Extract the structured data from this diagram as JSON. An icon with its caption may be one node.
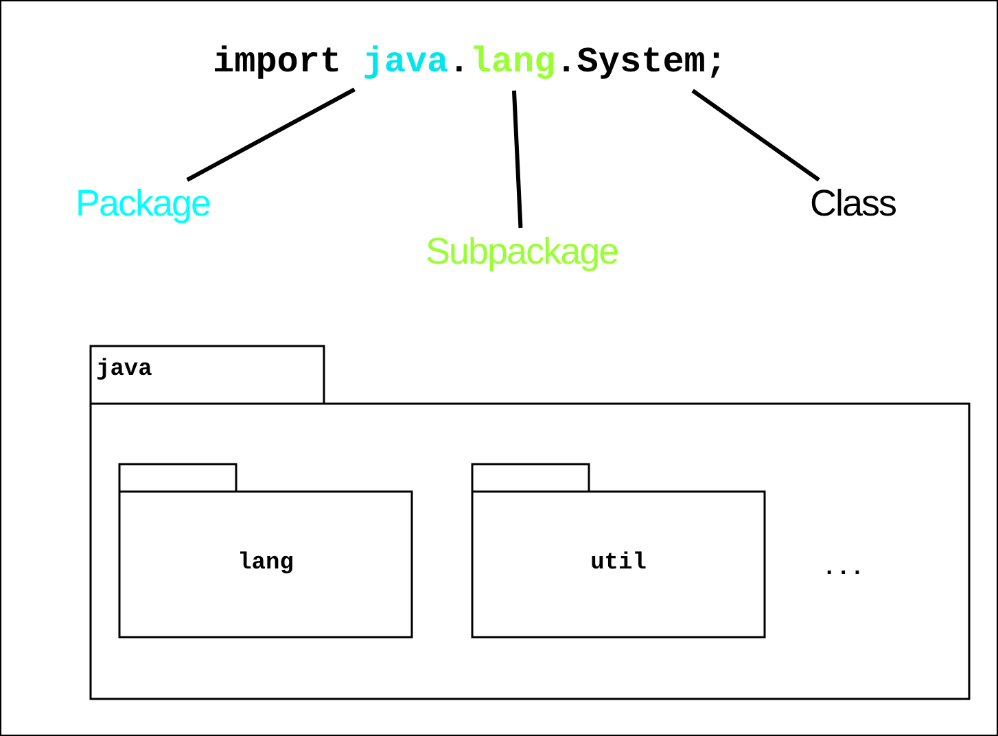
{
  "diagram": {
    "nodes": [
      {
        "text": [
          "import"
        ]
      },
      {
        "text": [
          "java"
        ]
      },
      {
        "text": [
          "."
        ]
      },
      {
        "text": [
          "lang"
        ]
      },
      {
        "text": [
          "."
        ]
      },
      {
        "text": [
          "System;"
        ]
      },
      {
        "text": [
          "Package"
        ]
      },
      {
        "text": [
          "Subpackage"
        ]
      },
      {
        "text": [
          "Class"
        ]
      },
      {
        "text": [
          "java"
        ]
      },
      {
        "text": [
          "lang"
        ],
        "in": 9
      },
      {
        "text": [
          "util"
        ],
        "in": 9
      }
    ],
    "edges": [
      {
        "from": 6,
        "to": 1,
        "arrow": "none"
      },
      {
        "from": 7,
        "to": 3,
        "arrow": "none"
      },
      {
        "from": 8,
        "to": 5,
        "arrow": "none"
      }
    ],
    "labels": [
      "..."
    ]
  }
}
